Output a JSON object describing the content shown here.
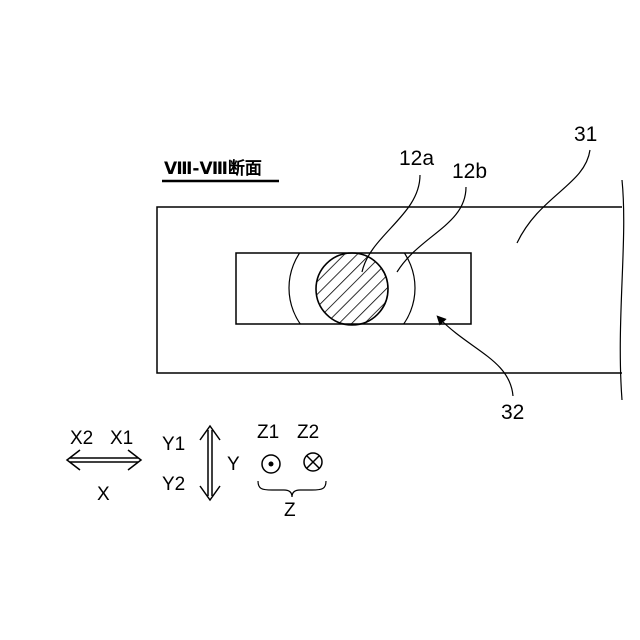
{
  "section_title": "Ⅷ-Ⅷ断面",
  "labels": {
    "member_31": "31",
    "groove_32": "32",
    "part_12a": "12a",
    "part_12b": "12b"
  },
  "axes": {
    "x2": "X2",
    "x1": "X1",
    "x": "X",
    "y1": "Y1",
    "y2": "Y2",
    "y": "Y",
    "z1": "Z1",
    "z2": "Z2",
    "z": "Z"
  }
}
